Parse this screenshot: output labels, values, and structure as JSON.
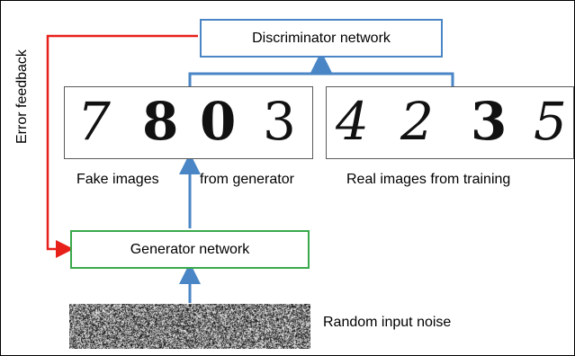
{
  "discriminator": {
    "label": "Discriminator network"
  },
  "generator": {
    "label": "Generator network"
  },
  "fake_images": {
    "label_left": "Fake images",
    "label_right": "from generator",
    "digits": [
      "7",
      "8",
      "0",
      "3"
    ]
  },
  "real_images": {
    "label": "Real images from training",
    "digits": [
      "4",
      "2",
      "3",
      "5"
    ]
  },
  "noise": {
    "label": "Random input noise"
  },
  "feedback": {
    "label": "Error feedback"
  },
  "colors": {
    "blue_arrow": "#4a86c5",
    "red_arrow": "#e8201a",
    "generator_border": "#3aa94b",
    "discriminator_border": "#4a86c5"
  }
}
